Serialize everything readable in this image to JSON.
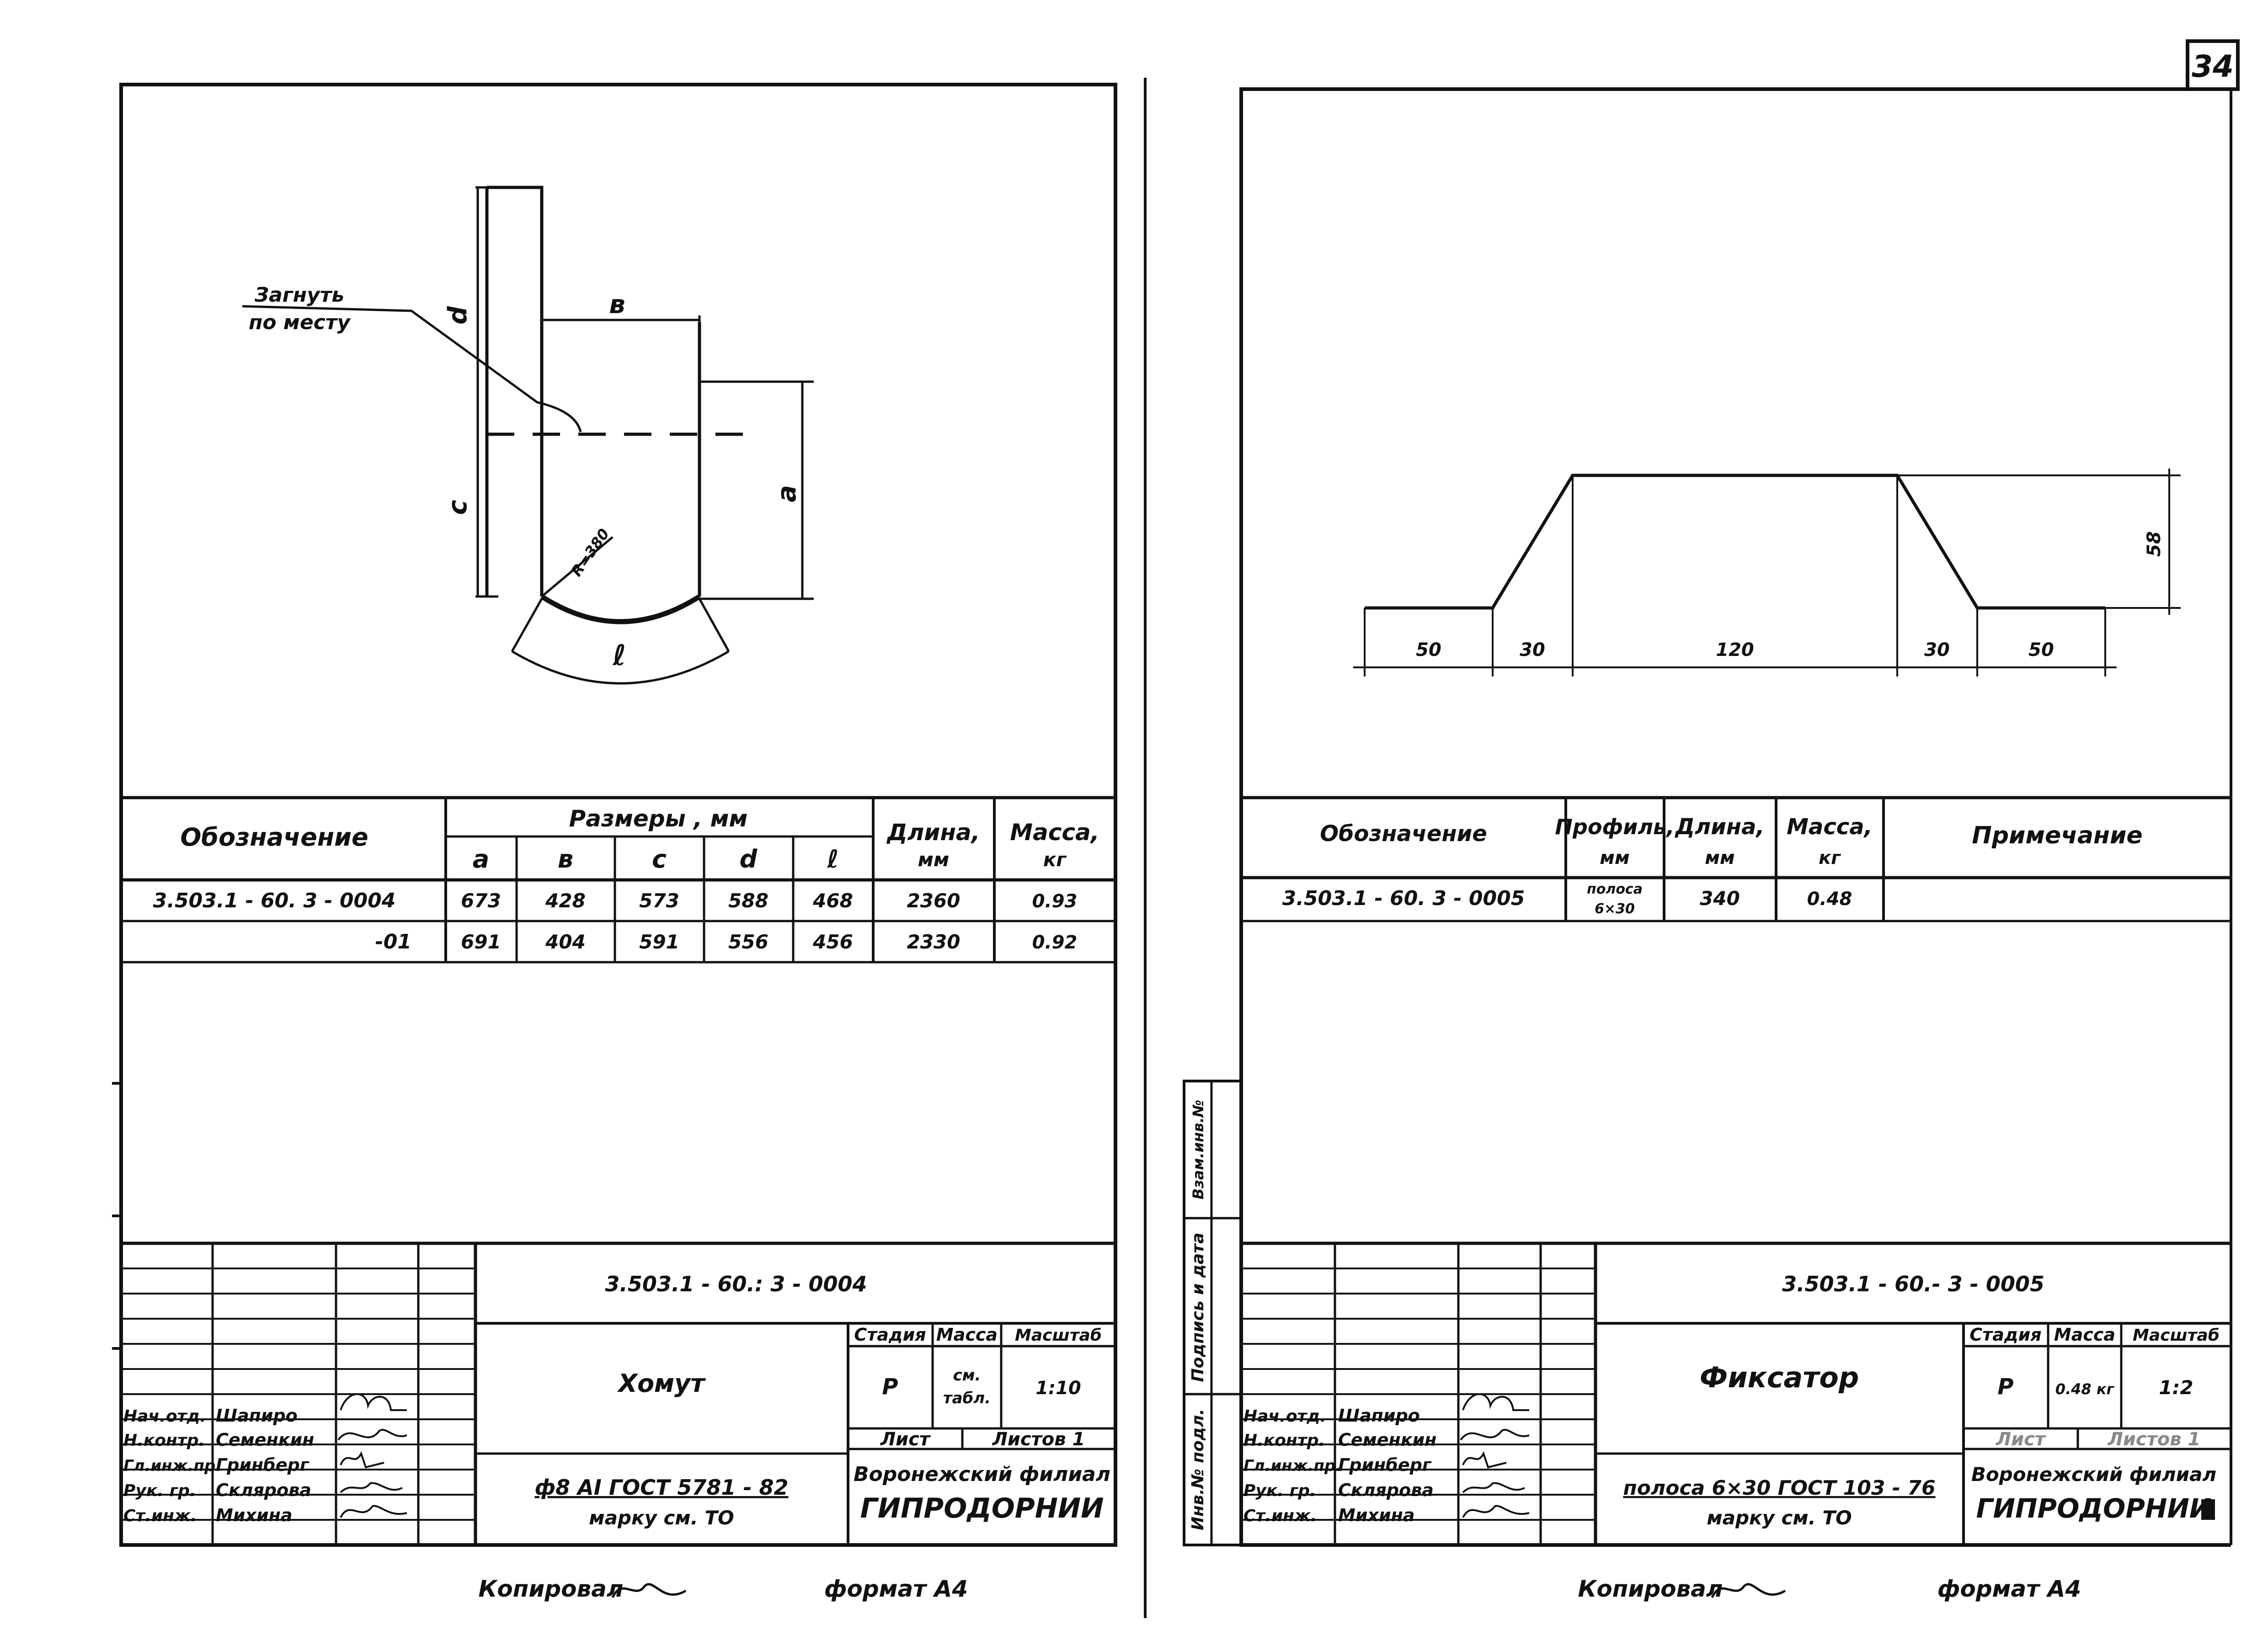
{
  "page_number": "34",
  "left_sheet": {
    "callout": {
      "line1": "Загнуть",
      "line2": "по месту"
    },
    "dims": {
      "a": "a",
      "b": "в",
      "c": "c",
      "d": "d",
      "l": "ℓ",
      "radius": "R=380"
    },
    "table": {
      "header_designation": "Обозначение",
      "header_sizes": "Размеры , мм",
      "header_length": "Длина,",
      "header_length_unit": "мм",
      "header_mass": "Масса,",
      "header_mass_unit": "кг",
      "size_letters": [
        "a",
        "в",
        "c",
        "d",
        "ℓ"
      ],
      "rows": [
        {
          "designation": "3.503.1 - 60. 3 - 0004",
          "a": "673",
          "b": "428",
          "c": "573",
          "d": "588",
          "l": "468",
          "length": "2360",
          "mass": "0.93"
        },
        {
          "designation": "-01",
          "a": "691",
          "b": "404",
          "c": "591",
          "d": "556",
          "l": "456",
          "length": "2330",
          "mass": "0.92"
        }
      ]
    },
    "title_block": {
      "code": "3.503.1 - 60.: 3 - 0004",
      "name": "Хомут",
      "stage_label": "Стадия",
      "mass_label": "Масса",
      "scale_label": "Масштаб",
      "stage": "Р",
      "mass_line1": "см.",
      "mass_line2": "табл.",
      "scale": "1:10",
      "sheet_label": "Лист",
      "sheets_label": "Листов 1",
      "material_line1": "ф8 АI ГОСТ 5781 - 82",
      "material_line2": "марку см. ТО",
      "org_line1": "Воронежский филиал",
      "org_line2": "ГИПРОДОРНИИ",
      "roles": [
        "Нач.отд.",
        "Н.контр.",
        "Гл.инж.пр.",
        "Рук. гр.",
        "Ст.инж."
      ],
      "names": [
        "Шапиро",
        "Семенкин",
        "Гринберг",
        "Склярова",
        "Михина"
      ]
    },
    "footer": {
      "copied_label": "Копировал",
      "format_label": "формат А4"
    }
  },
  "right_sheet": {
    "dims": {
      "h": "58",
      "s1": "50",
      "s2": "30",
      "s3": "120",
      "s4": "30",
      "s5": "50"
    },
    "table": {
      "header_designation": "Обозначение",
      "header_profile": "Профиль,",
      "header_profile_unit": "мм",
      "header_length": "Длина,",
      "header_length_unit": "мм",
      "header_mass": "Масса,",
      "header_mass_unit": "кг",
      "header_note": "Примечание",
      "rows": [
        {
          "designation": "3.503.1 - 60. 3 - 0005",
          "profile_line1": "полоса",
          "profile_line2": "6×30",
          "length": "340",
          "mass": "0.48",
          "note": ""
        }
      ]
    },
    "side_stamp": {
      "box1": "Взам.инв.№",
      "box2": "Подпись и дата",
      "box3": "Инв.№ подл."
    },
    "title_block": {
      "code": "3.503.1 - 60.- 3 - 0005",
      "name": "Фиксатор",
      "stage_label": "Стадия",
      "mass_label": "Масса",
      "scale_label": "Масштаб",
      "stage": "Р",
      "mass": "0.48 кг",
      "scale": "1:2",
      "sheet_label": "Лист",
      "sheets_label": "Листов 1",
      "material_line1": "полоса 6×30 ГОСТ 103 - 76",
      "material_line2": "марку см. ТО",
      "org_line1": "Воронежский филиал",
      "org_line2": "ГИПРОДОРНИИ",
      "roles": [
        "Нач.отд.",
        "Н.контр.",
        "Гл.инж.пр.",
        "Рук. гр.",
        "Ст.инж."
      ],
      "names": [
        "Шапиро",
        "Семенкин",
        "Гринберг",
        "Склярова",
        "Михина"
      ]
    },
    "footer": {
      "copied_label": "Копировал",
      "format_label": "формат А4"
    }
  }
}
